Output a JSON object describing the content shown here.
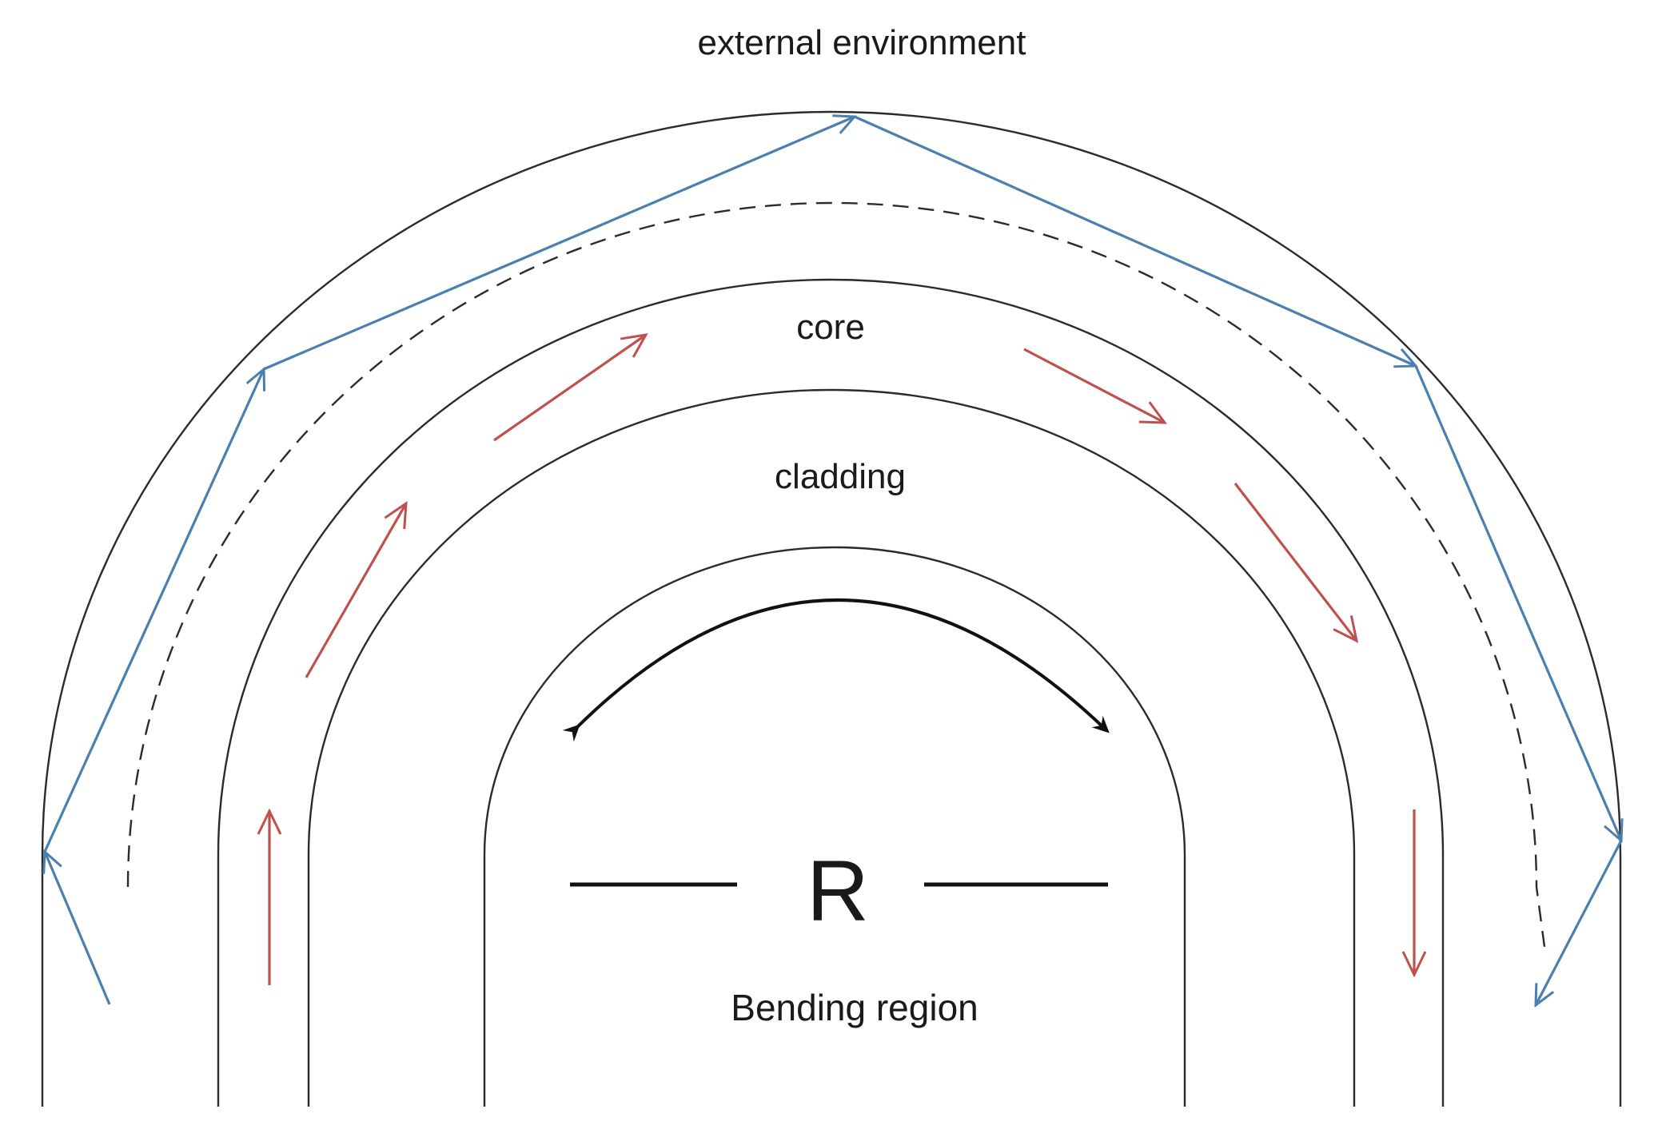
{
  "labels": {
    "external": "external environment",
    "core": "core",
    "cladding": "cladding",
    "radius": "R",
    "bending": "Bending region"
  },
  "colors": {
    "outline": "#2b2b2b",
    "cladding_ray": "#4a7fb0",
    "core_ray": "#c0504d",
    "bend_arrow": "#111111",
    "background": "#ffffff"
  }
}
